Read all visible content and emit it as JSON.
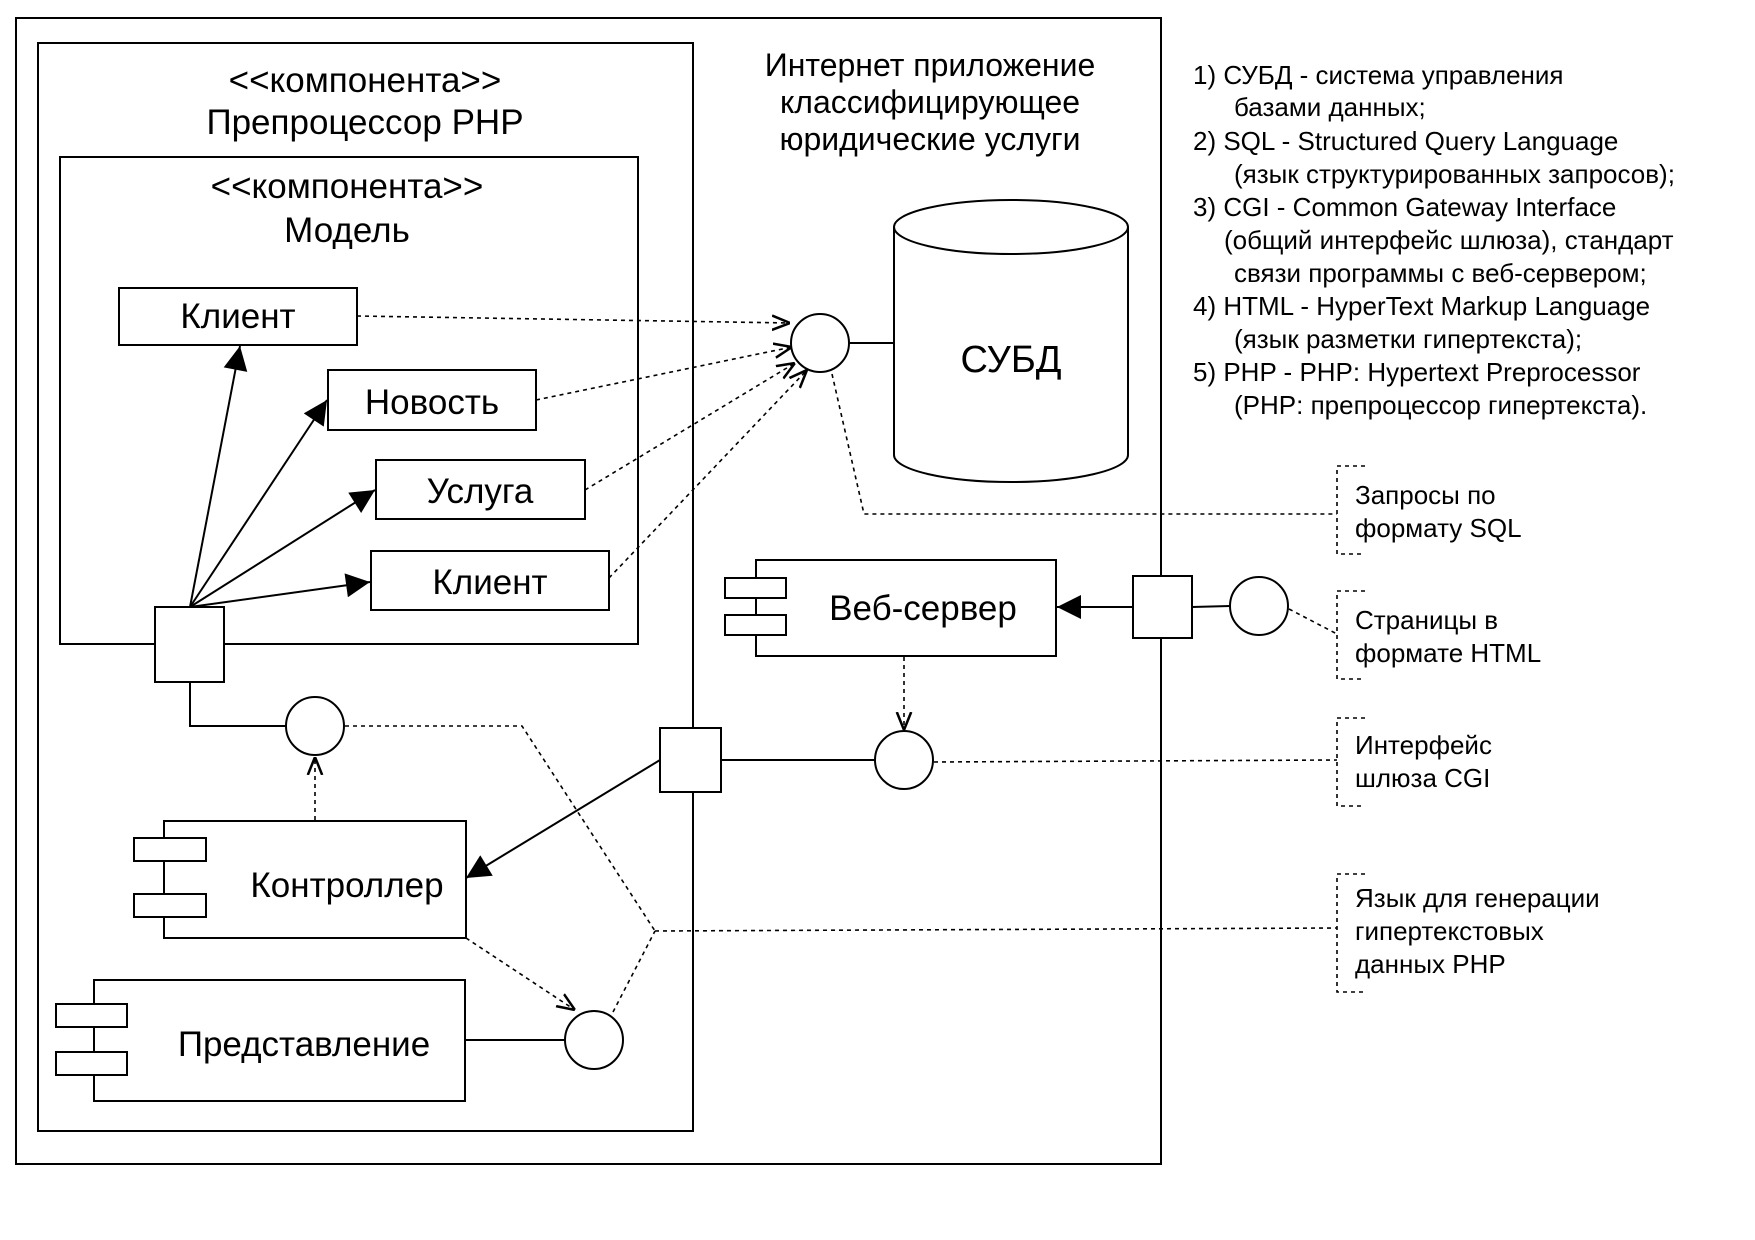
{
  "outer_title": [
    "Интернет приложение",
    "классифицирующее",
    "юридические услуги"
  ],
  "preprocessor": {
    "stereotype": "<<компонента>>",
    "name": "Препроцессор PHP"
  },
  "model": {
    "stereotype": "<<компонента>>",
    "name": "Модель"
  },
  "model_classes": [
    "Клиент",
    "Новость",
    "Услуга",
    "Клиент"
  ],
  "dbms": "СУБД",
  "web_server": "Веб-сервер",
  "controller": "Контроллер",
  "view": "Представление",
  "notes": [
    [
      "Запросы по",
      "формату SQL"
    ],
    [
      "Страницы в",
      "формате HTML"
    ],
    [
      "Интерфейс",
      "шлюза CGI"
    ],
    [
      "Язык для генерации",
      "гипертекстовых",
      "данных PHP"
    ]
  ],
  "legend": [
    "1) СУБД - система управления",
    "базами данных;",
    "2) SQL - Structured Query Language",
    "(язык структурированных запросов);",
    "3) CGI - Common Gateway Interface",
    "(общий интерфейс шлюза), стандарт",
    "связи программы с веб-сервером;",
    "4) HTML - HyperText Markup Language",
    "(язык разметки гипертекста);",
    "5) PHP - PHP: Hypertext Preprocessor",
    "(PHP: препроцессор гипертекста)."
  ]
}
